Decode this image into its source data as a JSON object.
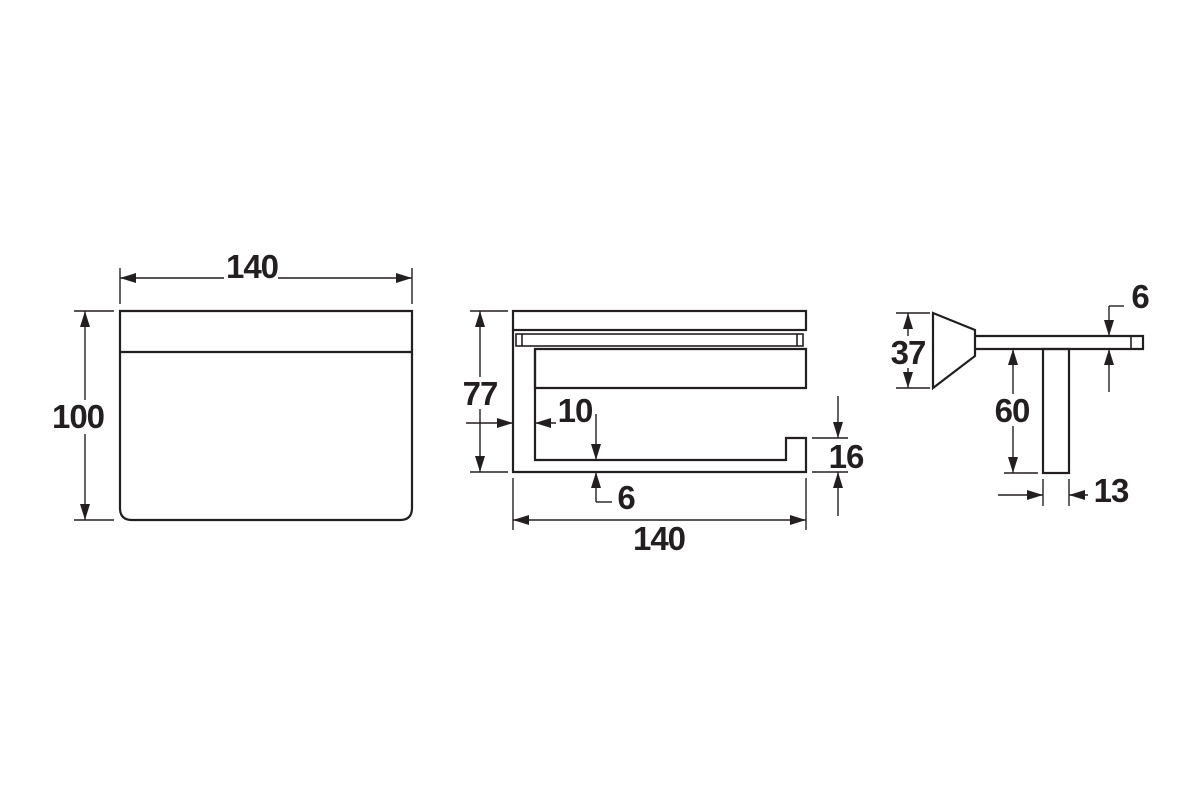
{
  "colors": {
    "background": "#ffffff",
    "ink": "#231f20"
  },
  "front_view": {
    "width_label": "140",
    "height_label": "100"
  },
  "top_view": {
    "depth_label": "77",
    "wall_thickness_label": "10",
    "bar_thickness_label": "6",
    "lip_height_label": "16",
    "width_label": "140"
  },
  "side_view": {
    "shelf_thickness_label": "6",
    "base_height_label": "37",
    "arm_length_label": "60",
    "arm_width_label": "13"
  }
}
